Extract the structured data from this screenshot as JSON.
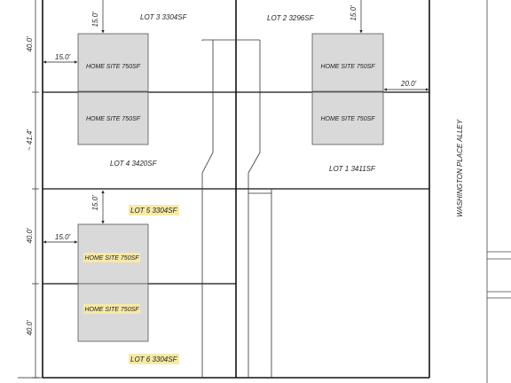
{
  "lots": [
    {
      "id": "lot3",
      "label": "LOT 3 3304SF",
      "highlight": false
    },
    {
      "id": "lot2",
      "label": "LOT 2  3296SF",
      "highlight": false
    },
    {
      "id": "lot4",
      "label": "LOT 4 3420SF",
      "highlight": false
    },
    {
      "id": "lot1",
      "label": "LOT 1  3411SF",
      "highlight": false
    },
    {
      "id": "lot5",
      "label": "LOT 5 3304SF",
      "highlight": true
    },
    {
      "id": "lot6",
      "label": "LOT 6 3304SF",
      "highlight": true
    }
  ],
  "home_sites": {
    "label": "HOME SITE 750SF",
    "count": 6,
    "highlighted_count": 2
  },
  "dimensions": {
    "setback_15": "15.0'",
    "setback_20": "20.0'",
    "depth_40": "40.0'",
    "depth_41": "~ 41.4'"
  },
  "street": "WASHINGTON PLACE ALLEY",
  "colors": {
    "line": "#111111",
    "home_site_fill": "#d9d9d9",
    "highlight": "#f7e9a6"
  }
}
